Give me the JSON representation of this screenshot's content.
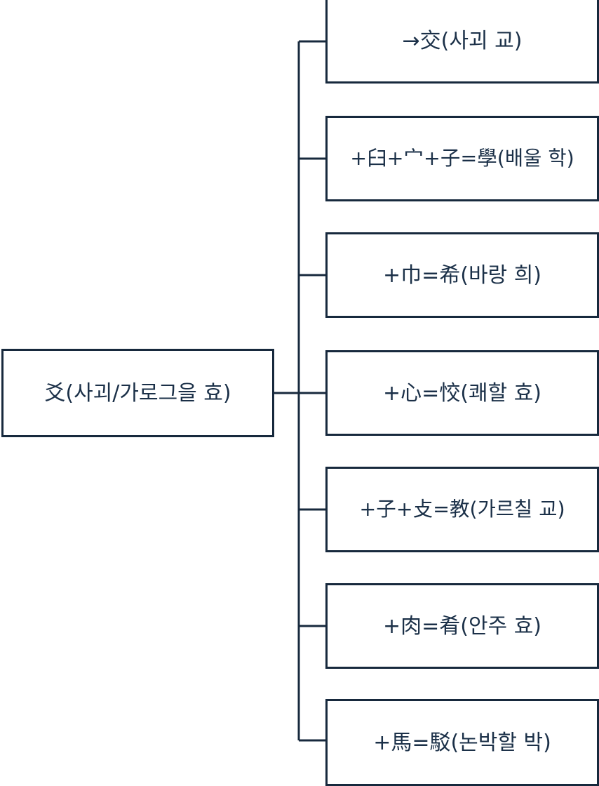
{
  "diagram": {
    "type": "hanja-derivation-tree",
    "orientation": "left-to-right",
    "colors": {
      "border": "#17293d",
      "text": "#1b3048",
      "background": "#ffffff",
      "connector": "#17293d"
    },
    "root": {
      "label": "爻(사괴/가로그을 효)",
      "character": "爻",
      "reading": "사괴/가로그을 효"
    },
    "children": [
      {
        "label": "→交(사괴 교)",
        "result": "交",
        "reading": "사괴 교"
      },
      {
        "label": "+臼+宀+子=學(배울 학)",
        "result": "學",
        "reading": "배울 학"
      },
      {
        "label": "+巾=希(바랑 희)",
        "result": "希",
        "reading": "바랑 희"
      },
      {
        "label": "+心=恔(쾌할 효)",
        "result": "恔",
        "reading": "쾌할 효"
      },
      {
        "label": "+子+攴=教(가르칠 교)",
        "result": "教",
        "reading": "가르칠 교"
      },
      {
        "label": "+肉=肴(안주 효)",
        "result": "肴",
        "reading": "안주 효"
      },
      {
        "label": "+馬=駁(논박할 박)",
        "result": "駁",
        "reading": "논박할 박"
      }
    ]
  }
}
